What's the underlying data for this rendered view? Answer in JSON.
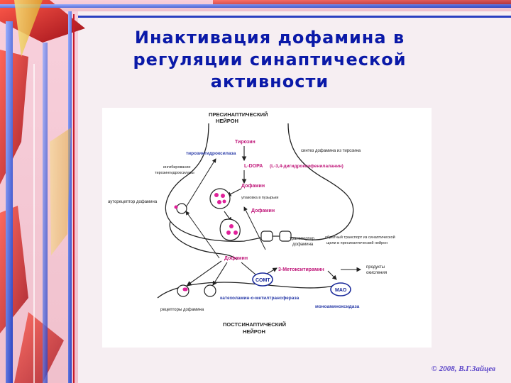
{
  "slide": {
    "title_lines": [
      "Инактивация дофамина в",
      "регуляции синаптической",
      "активности"
    ],
    "copyright": "© 2008, В.Г.Зайцев"
  },
  "diagram": {
    "presynaptic_line1": "ПРЕСИНАПТИЧЕСКИЙ",
    "presynaptic_line2": "НЕЙРОН",
    "tyrosine": "Тирозин",
    "tyrosine_hydroxylase": "тирозингидроксилаза",
    "synthesis_note": "синтез дофамина из тирозина",
    "inhibition_line1": "ингибирование",
    "inhibition_line2": "тирозингидроксилазы",
    "ldopa": "L-DOPA",
    "ldopa_full": "(L-3,4-дигидроксифенилаланин)",
    "dopamine_1": "Дофамин",
    "autoreceptor": "ауторецептор дофамина",
    "vesicle_packing": "упаковка в пузырьки",
    "dopamine_2": "Дофамин",
    "transporter_line1": "транспортер",
    "transporter_line2": "дофамина",
    "reuptake_line1": "обратный транспорт из синаптической",
    "reuptake_line2": "щели в пресинаптический нейрон",
    "dopamine_3": "Дофамин",
    "methoxytyramine": "3-Метокситирамин",
    "oxidation_line1": "продукты",
    "oxidation_line2": "окисления",
    "comt": "COMT",
    "mao": "MAO",
    "comt_full": "катехоламин-о-метилтрансфераза",
    "receptors": "рецепторы дофамина",
    "mao_full": "моноаминоксидаза",
    "postsynaptic_line1": "ПОСТСИНАПТИЧЕСКИЙ",
    "postsynaptic_line2": "НЕЙРОН"
  },
  "colors": {
    "title": "#0a19a8",
    "label_magenta": "#c0187a",
    "label_blue": "#2a3ca8",
    "vesicle_dot": "#e0209a",
    "enzyme_fill": "#1a2a9a",
    "frame_red": "#c81a2a",
    "frame_blue": "#3a5ad8"
  }
}
